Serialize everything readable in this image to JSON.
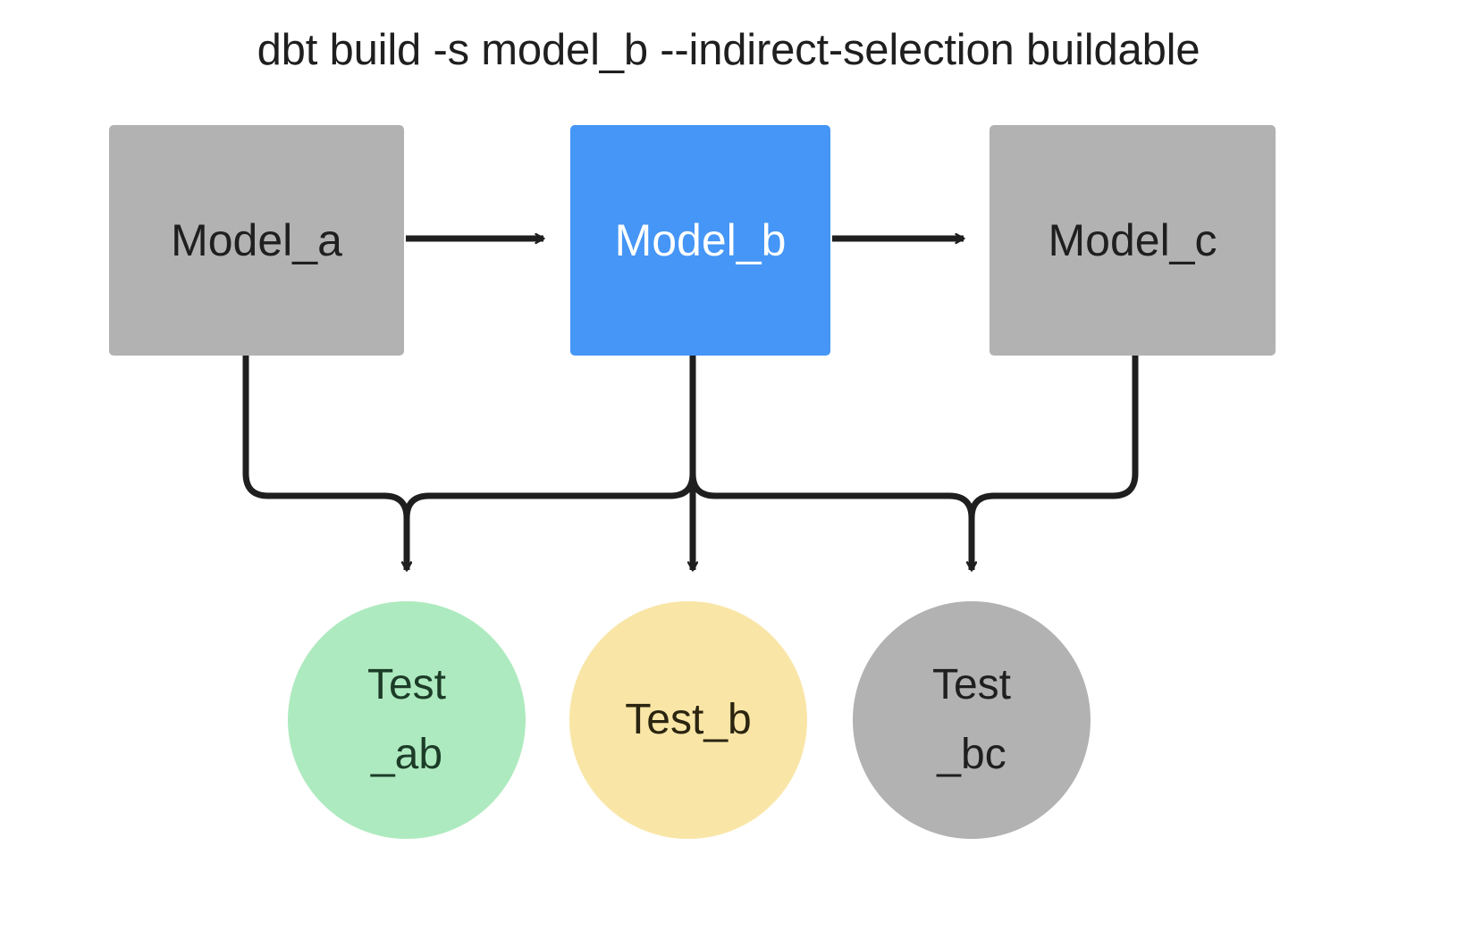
{
  "diagram": {
    "title": "dbt build -s model_b --indirect-selection buildable",
    "background": "#ffffff",
    "edge_color": "#1f1f1f",
    "colors": {
      "unselected_gray": "#b2b2b2",
      "selected_blue": "#4596f6",
      "test_green": "#aeeabf",
      "test_yellow": "#f9e6a7",
      "test_gray": "#b2b2b2",
      "text_dark": "#1f1f1f",
      "text_light": "#ffffff"
    },
    "models": [
      {
        "id": "model_a",
        "label": "Model_a",
        "shape": "rect",
        "fill": "#b2b2b2",
        "text_color": "#1f1f1f",
        "state": "not-selected"
      },
      {
        "id": "model_b",
        "label": "Model_b",
        "shape": "rect",
        "fill": "#4596f6",
        "text_color": "#ffffff",
        "state": "selected"
      },
      {
        "id": "model_c",
        "label": "Model_c",
        "shape": "rect",
        "fill": "#b2b2b2",
        "text_color": "#1f1f1f",
        "state": "not-selected"
      }
    ],
    "tests": [
      {
        "id": "test_ab",
        "label_line1": "Test",
        "label_line2": "_ab",
        "shape": "circle",
        "fill": "#aeeabf",
        "text_color": "#1c3c28",
        "state": "buildable-selected"
      },
      {
        "id": "test_b",
        "label_line1": "Test_b",
        "label_line2": "",
        "shape": "circle",
        "fill": "#f9e6a7",
        "text_color": "#2a2410",
        "state": "selected"
      },
      {
        "id": "test_bc",
        "label_line1": "Test",
        "label_line2": "_bc",
        "shape": "circle",
        "fill": "#b2b2b2",
        "text_color": "#1f1f1f",
        "state": "not-selected"
      }
    ],
    "edges": [
      {
        "from": "model_a",
        "to": "model_b",
        "style": "straight-arrow"
      },
      {
        "from": "model_b",
        "to": "model_c",
        "style": "straight-arrow"
      },
      {
        "from": "model_a",
        "to": "test_ab",
        "style": "elbow-arrow"
      },
      {
        "from": "model_b",
        "to": "test_ab",
        "style": "elbow-arrow"
      },
      {
        "from": "model_b",
        "to": "test_b",
        "style": "straight-arrow"
      },
      {
        "from": "model_b",
        "to": "test_bc",
        "style": "elbow-arrow"
      },
      {
        "from": "model_c",
        "to": "test_bc",
        "style": "elbow-arrow"
      }
    ]
  }
}
